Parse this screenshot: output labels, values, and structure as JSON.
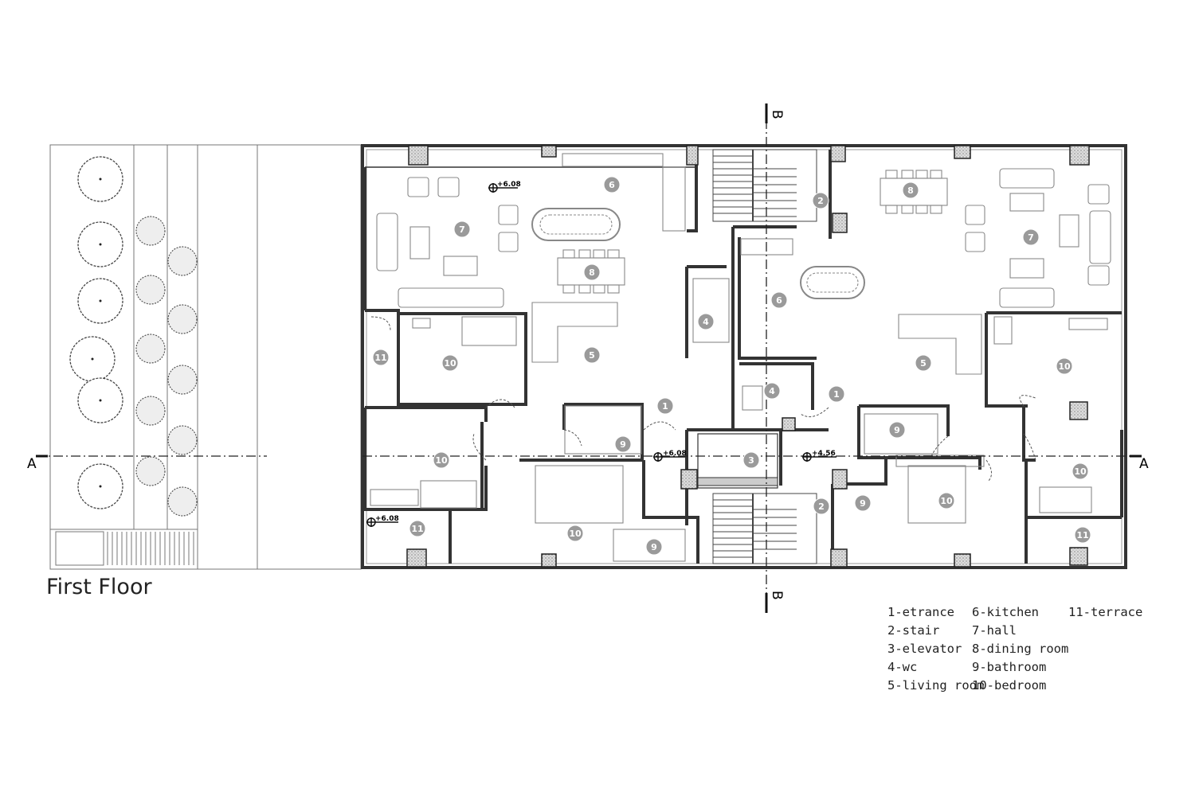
{
  "title": "First Floor",
  "legend": [
    {
      "label": "1-etrance"
    },
    {
      "label": "2-stair"
    },
    {
      "label": "3-elevator"
    },
    {
      "label": "4-wc"
    },
    {
      "label": "5-living room"
    },
    {
      "label": "6-kitchen"
    },
    {
      "label": "7-hall"
    },
    {
      "label": "8-dining room"
    },
    {
      "label": "9-bathroom"
    },
    {
      "label": "10-bedroom"
    },
    {
      "label": "11-terrace"
    }
  ],
  "section_markers": {
    "a": "A",
    "b": "B"
  },
  "levels": {
    "upper": "+6.08",
    "lower": "+4.56"
  },
  "room_numbers": [
    "6",
    "7",
    "8",
    "4",
    "5",
    "10",
    "11",
    "10",
    "11",
    "9",
    "1",
    "3",
    "10",
    "9",
    "2",
    "6",
    "8",
    "7",
    "4",
    "5",
    "1",
    "9",
    "10",
    "10",
    "10",
    "9",
    "11",
    "2"
  ]
}
